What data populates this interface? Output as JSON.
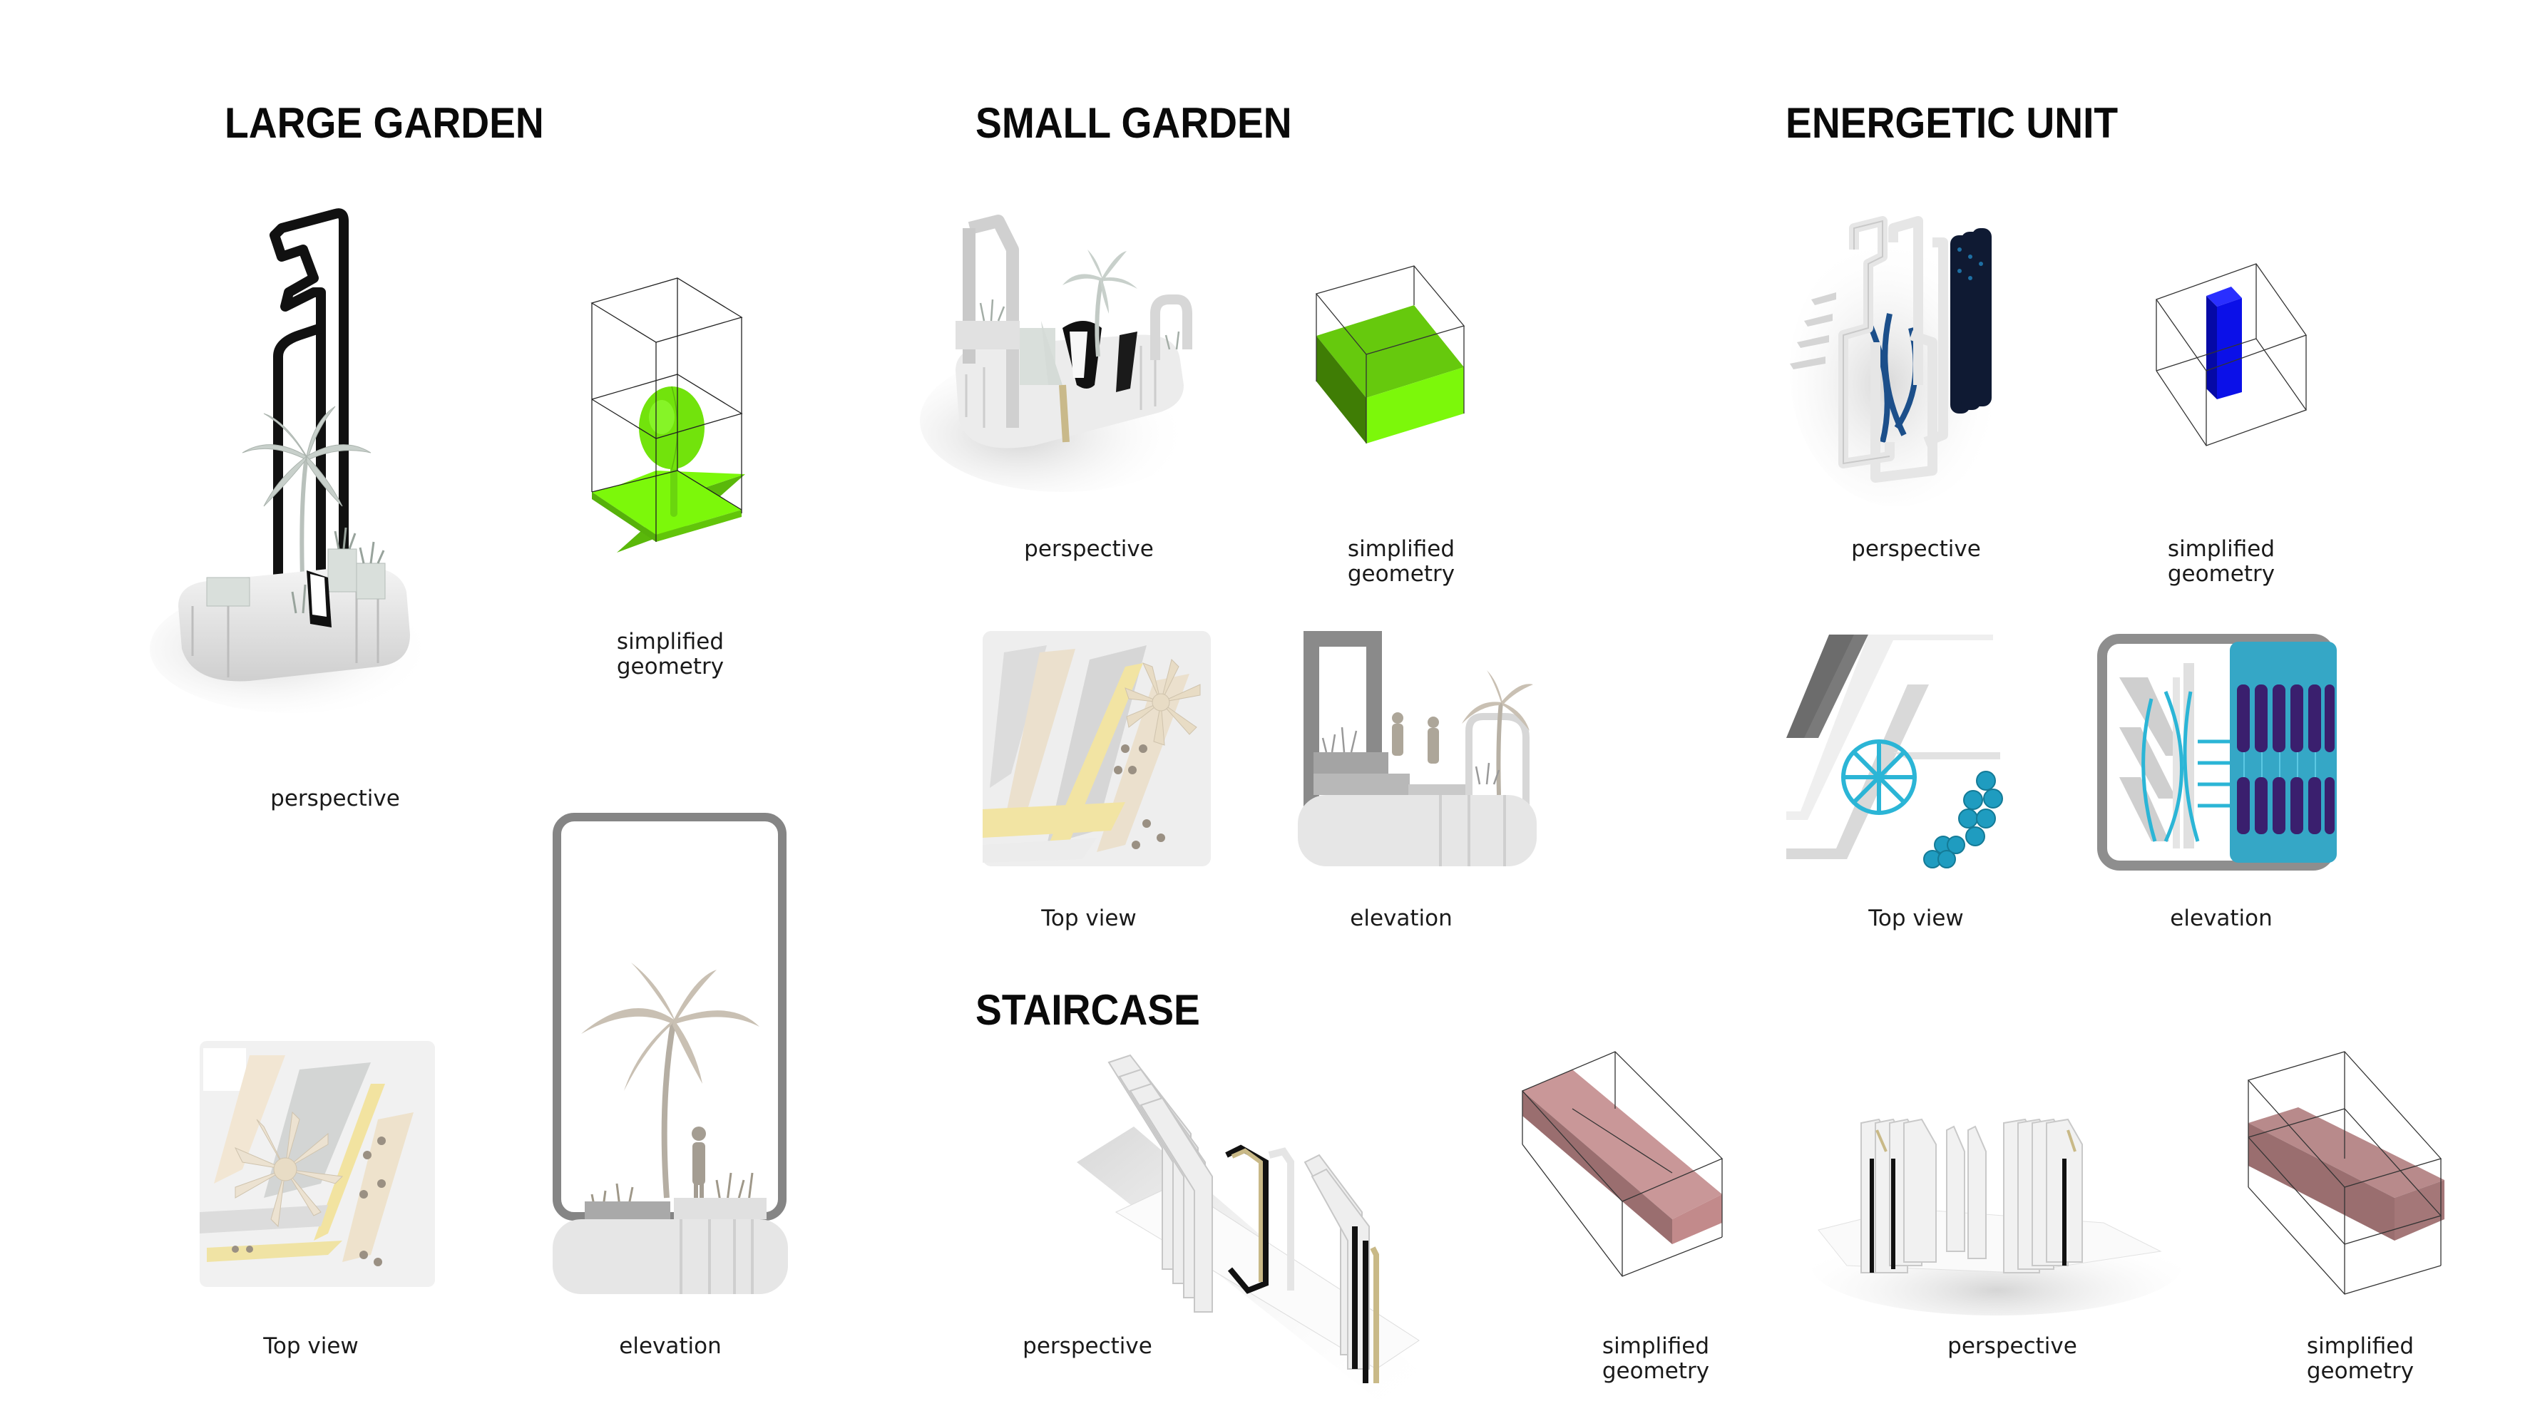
{
  "colors": {
    "green_light": "#7cf80a",
    "green_mid": "#66c90d",
    "green_dark": "#3f7d05",
    "blue": "#0b10e8",
    "blue_dark": "#0509a6",
    "pink": "#c99798",
    "pink_dark": "#9a6e6f",
    "teal": "#2bb5d6",
    "indigo": "#2d1a6b",
    "model_white": "#e9e9e9",
    "model_gray": "#8a8a8a",
    "beige": "#eee2cc",
    "gold": "#f0e3a4"
  },
  "sections": {
    "large_garden": {
      "title": "LARGE GARDEN",
      "views": {
        "perspective": "perspective",
        "simplified": [
          "simplified",
          "geometry"
        ],
        "top": "Top view",
        "elevation": "elevation"
      }
    },
    "small_garden": {
      "title": "SMALL GARDEN",
      "views": {
        "perspective": "perspective",
        "simplified": [
          "simplified",
          "geometry"
        ],
        "top": "Top view",
        "elevation": "elevation"
      }
    },
    "energetic_unit": {
      "title": "ENERGETIC UNIT",
      "views": {
        "perspective": "perspective",
        "simplified": [
          "simplified",
          "geometry"
        ],
        "top": "Top view",
        "elevation": "elevation"
      }
    },
    "staircase": {
      "title": "STAIRCASE",
      "variants": [
        {
          "perspective": "perspective",
          "simplified": [
            "simplified",
            "geometry"
          ]
        },
        {
          "perspective": "perspective",
          "simplified": [
            "simplified",
            "geometry"
          ]
        }
      ]
    }
  }
}
